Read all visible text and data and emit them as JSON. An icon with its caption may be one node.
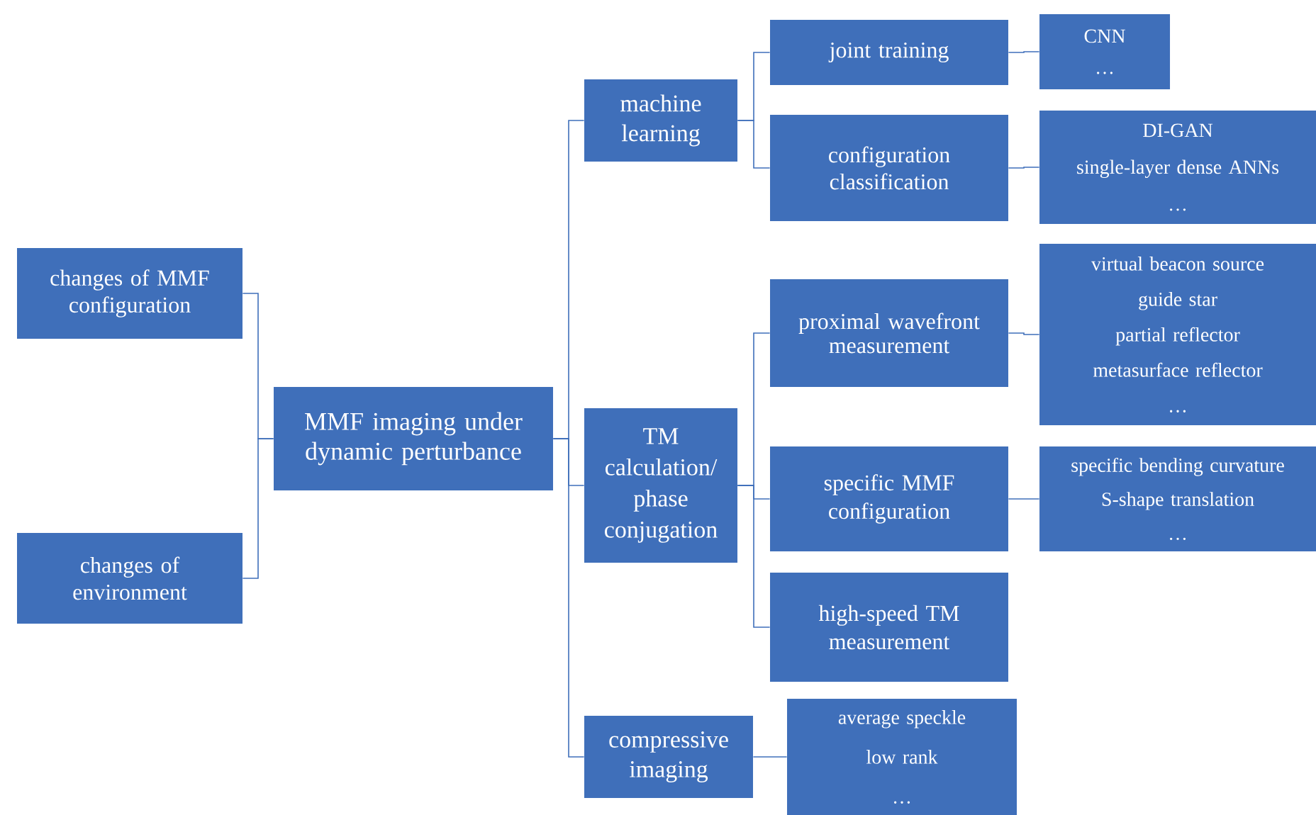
{
  "diagram": {
    "nodes": [
      {
        "text": [
          "changes of MMF configuration"
        ]
      },
      {
        "text": [
          "changes of environment"
        ]
      },
      {
        "text": [
          "MMF imaging under dynamic perturbance"
        ]
      },
      {
        "text": [
          "machine learning"
        ]
      },
      {
        "text": [
          "TM calculation/ phase conjugation"
        ]
      },
      {
        "text": [
          "compressive imaging"
        ]
      },
      {
        "text": [
          "joint training"
        ]
      },
      {
        "text": [
          "configuration classification"
        ]
      },
      {
        "text": [
          "proximal wavefront measurement"
        ]
      },
      {
        "text": [
          "specific MMF configuration"
        ]
      },
      {
        "text": [
          "high-speed TM measurement"
        ]
      },
      {
        "text": [
          "CNN",
          "…"
        ]
      },
      {
        "text": [
          "DI-GAN",
          "single-layer dense ANNs",
          "…"
        ]
      },
      {
        "text": [
          "virtual beacon source",
          "guide star",
          "partial reflector",
          "metasurface reflector",
          "…"
        ]
      },
      {
        "text": [
          "specific bending curvature",
          "S-shape translation",
          "…"
        ]
      },
      {
        "text": [
          "average speckle",
          "low rank",
          "…"
        ]
      }
    ],
    "edges": [
      {
        "from": 0,
        "to": 2,
        "arrow": "none"
      },
      {
        "from": 1,
        "to": 2,
        "arrow": "none"
      },
      {
        "from": 2,
        "to": 3,
        "arrow": "none"
      },
      {
        "from": 2,
        "to": 4,
        "arrow": "none"
      },
      {
        "from": 2,
        "to": 5,
        "arrow": "none"
      },
      {
        "from": 3,
        "to": 6,
        "arrow": "none"
      },
      {
        "from": 3,
        "to": 7,
        "arrow": "none"
      },
      {
        "from": 4,
        "to": 8,
        "arrow": "none"
      },
      {
        "from": 4,
        "to": 9,
        "arrow": "none"
      },
      {
        "from": 4,
        "to": 10,
        "arrow": "none"
      },
      {
        "from": 6,
        "to": 11,
        "arrow": "none"
      },
      {
        "from": 7,
        "to": 12,
        "arrow": "none"
      },
      {
        "from": 8,
        "to": 13,
        "arrow": "none"
      },
      {
        "from": 9,
        "to": 14,
        "arrow": "none"
      },
      {
        "from": 5,
        "to": 15,
        "arrow": "none"
      }
    ]
  }
}
